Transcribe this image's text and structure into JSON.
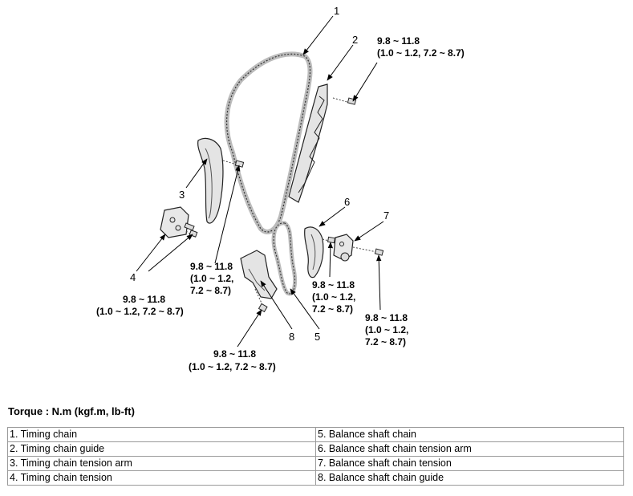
{
  "callouts": [
    "1",
    "2",
    "3",
    "4",
    "5",
    "6",
    "7",
    "8"
  ],
  "torque_specs": {
    "top_right": {
      "line1": "9.8 ~ 11.8",
      "line2": "(1.0 ~ 1.2, 7.2 ~ 8.7)"
    },
    "left_mid": {
      "line1": "9.8 ~ 11.8",
      "line2": "(1.0 ~ 1.2,",
      "line3": "7.2 ~ 8.7)"
    },
    "left_bottom": {
      "line1": "9.8 ~ 11.8",
      "line2": "(1.0 ~ 1.2, 7.2 ~ 8.7)"
    },
    "center_bottom": {
      "line1": "9.8 ~ 11.8",
      "line2": "(1.0 ~ 1.2, 7.2 ~ 8.7)"
    },
    "right_mid": {
      "line1": "9.8 ~ 11.8",
      "line2": "(1.0 ~ 1.2,",
      "line3": "7.2 ~ 8.7)"
    },
    "right_bottom": {
      "line1": "9.8 ~ 11.8",
      "line2": "(1.0 ~ 1.2,",
      "line3": "7.2 ~ 8.7)"
    }
  },
  "torque_heading": "Torque : N.m (kgf.m, lb-ft)",
  "legend": {
    "left": [
      "1. Timing chain",
      "2. Timing chain guide",
      "3. Timing chain tension arm",
      "4. Timing chain tension"
    ],
    "right": [
      "5. Balance shaft chain",
      "6. Balance shaft chain tension arm",
      "7. Balance shaft chain tension",
      "8. Balance shaft chain guide"
    ]
  }
}
